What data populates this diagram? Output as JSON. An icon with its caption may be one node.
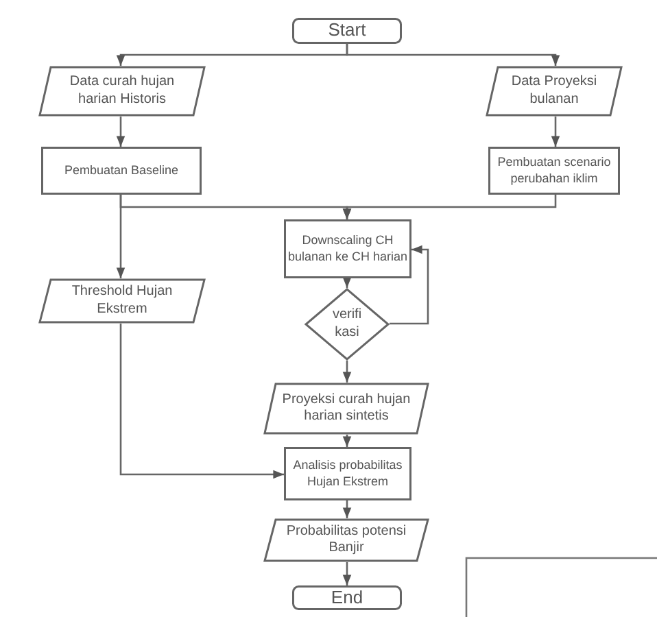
{
  "diagram": {
    "nodes": [
      {
        "text": [
          "Start"
        ]
      },
      {
        "text": [
          "Data curah hujan harian Historis"
        ]
      },
      {
        "text": [
          "Data Proyeksi bulanan"
        ]
      },
      {
        "text": [
          "Pembuatan Baseline"
        ]
      },
      {
        "text": [
          "Pembuatan scenario perubahan iklim"
        ]
      },
      {
        "text": [
          "Downscaling CH bulanan ke CH harian"
        ]
      },
      {
        "text": [
          "verifi kasi"
        ]
      },
      {
        "text": [
          "Threshold Hujan Ekstrem"
        ]
      },
      {
        "text": [
          "Proyeksi curah hujan harian sintetis"
        ]
      },
      {
        "text": [
          "Analisis probabilitas Hujan Ekstrem"
        ]
      },
      {
        "text": [
          "Probabilitas potensi Banjir"
        ]
      },
      {
        "text": [
          "End"
        ]
      }
    ],
    "edges": [
      {
        "from": 0,
        "to": 1,
        "arrow": "to"
      },
      {
        "from": 0,
        "to": 2,
        "arrow": "to"
      },
      {
        "from": 1,
        "to": 3,
        "arrow": "to"
      },
      {
        "from": 2,
        "to": 4,
        "arrow": "to"
      },
      {
        "from": 3,
        "to": 5,
        "arrow": "to"
      },
      {
        "from": 4,
        "to": 5,
        "arrow": "to"
      },
      {
        "from": 3,
        "to": 7,
        "arrow": "to"
      },
      {
        "from": 5,
        "to": 6,
        "arrow": "to"
      },
      {
        "from": 6,
        "to": 5,
        "arrow": "to"
      },
      {
        "from": 6,
        "to": 8,
        "arrow": "to"
      },
      {
        "from": 7,
        "to": 9,
        "arrow": "to"
      },
      {
        "from": 8,
        "to": 9,
        "arrow": "to"
      },
      {
        "from": 9,
        "to": 10,
        "arrow": "to"
      },
      {
        "from": 10,
        "to": 11,
        "arrow": "to"
      }
    ]
  }
}
